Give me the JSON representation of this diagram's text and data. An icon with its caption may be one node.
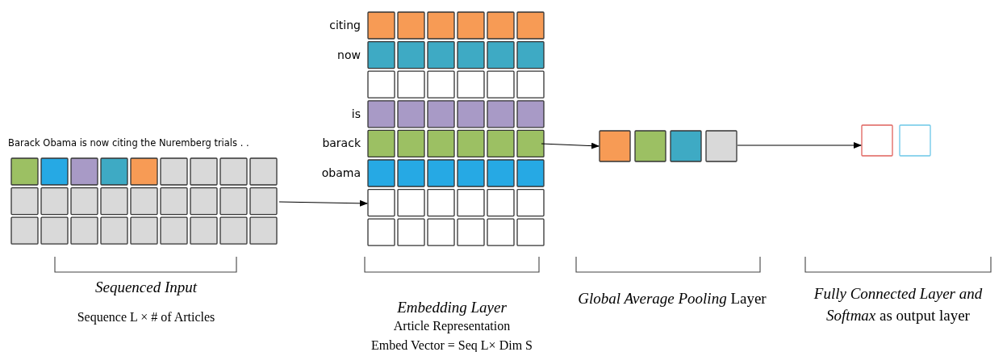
{
  "diagram": {
    "nodes": [
      {
        "text": [
          "Barack Obama is now citing the Nuremberg trials . ."
        ]
      },
      {
        "text": [],
        "shape": "box",
        "beside": [
          "citing",
          "now",
          "is",
          "barack",
          "obama"
        ]
      },
      {
        "text": [],
        "shape": "box"
      },
      {
        "text": [],
        "shape": "box"
      }
    ],
    "edges": [
      {
        "from": 0,
        "to": 1,
        "arrow": "to"
      },
      {
        "from": 1,
        "to": 2,
        "arrow": "to"
      },
      {
        "from": 2,
        "to": 3,
        "arrow": "to"
      }
    ],
    "labels": [
      "Sequenced Input",
      "Sequence L × # of Articles",
      "Embedding Layer",
      "Article Representation",
      "Embed Vector = Seq L× Dim S",
      "*Global Average Pooling* Layer",
      "*Fully Connected Layer and Softmax* as output layer"
    ]
  }
}
